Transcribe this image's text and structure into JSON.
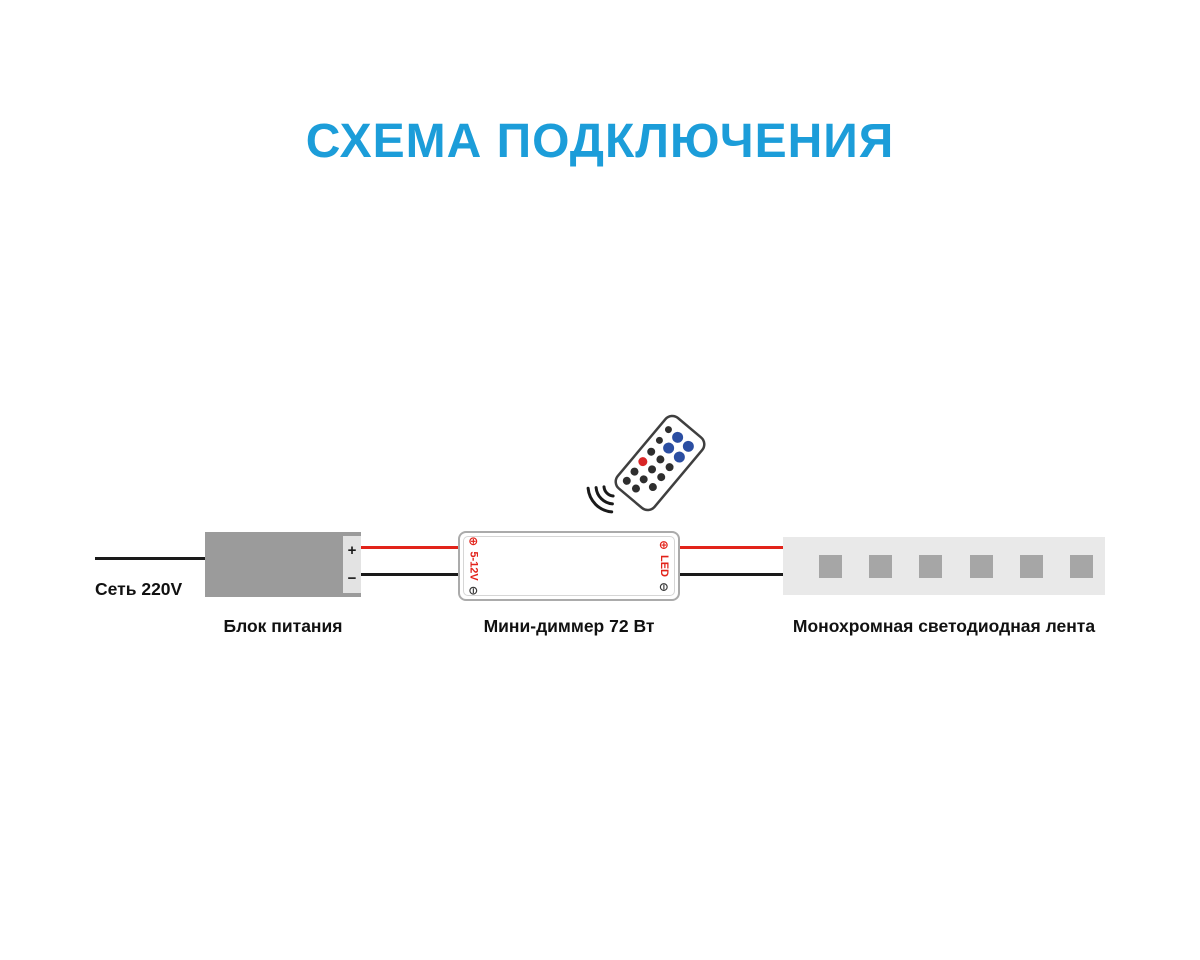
{
  "title": "СХЕМА ПОДКЛЮЧЕНИЯ",
  "colors": {
    "title": "#1C9DD9",
    "wire_red": "#E2231A",
    "wire_black": "#1A1A1A",
    "psu_body": "#9B9B9B",
    "psu_terminal": "#E3E3E3",
    "strip_body": "#E9E9E9",
    "strip_led": "#A6A6A6",
    "remote_blue": "#2B4EA2",
    "remote_red": "#D92627",
    "remote_dark": "#2E2E2E",
    "label_text": "#111111"
  },
  "mains": {
    "label": "Сеть 220V"
  },
  "power_supply": {
    "label": "Блок питания",
    "plus": "+",
    "minus": "−"
  },
  "dimmer": {
    "label": "Мини-диммер 72 Вт",
    "input_plus": "⊕",
    "input_label": "5-12V",
    "input_minus": "⊖",
    "output_plus": "⊕",
    "output_label": "LED",
    "output_minus": "⊖"
  },
  "led_strip": {
    "label": "Монохромная светодиодная лента",
    "led_count": 6
  }
}
